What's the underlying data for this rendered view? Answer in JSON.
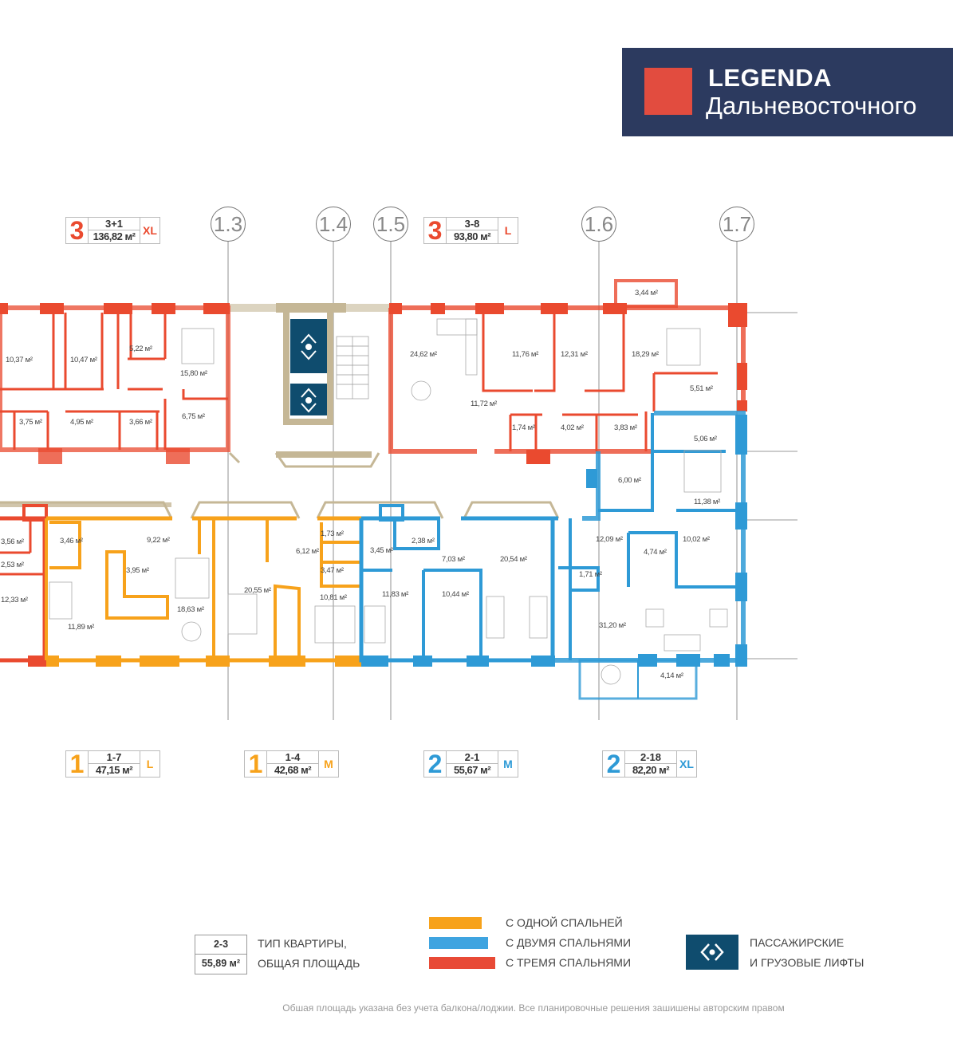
{
  "header": {
    "brand": "LEGENDA",
    "subtitle": "Дальневосточного"
  },
  "axes": [
    "1.3",
    "1.4",
    "1.5",
    "1.6",
    "1.7"
  ],
  "apartments": [
    {
      "rooms": "3",
      "code": "3+1",
      "area": "136,82 м²",
      "size": "XL",
      "color": "#ea4a2f"
    },
    {
      "rooms": "3",
      "code": "3-8",
      "area": "93,80 м²",
      "size": "L",
      "color": "#ea4a2f"
    },
    {
      "rooms": "1",
      "code": "1-7",
      "area": "47,15 м²",
      "size": "L",
      "color": "#f7a21b"
    },
    {
      "rooms": "1",
      "code": "1-4",
      "area": "42,68 м²",
      "size": "M",
      "color": "#f7a21b"
    },
    {
      "rooms": "2",
      "code": "2-1",
      "area": "55,67 м²",
      "size": "M",
      "color": "#2e9ad6"
    },
    {
      "rooms": "2",
      "code": "2-18",
      "area": "82,20 м²",
      "size": "XL",
      "color": "#2e9ad6"
    }
  ],
  "rooms": [
    "10,37 м²",
    "10,47 м²",
    "5,22 м²",
    "15,80 м²",
    "3,75 м²",
    "4,95 м²",
    "3,66 м²",
    "6,75 м²",
    "24,62 м²",
    "11,76 м²",
    "12,31 м²",
    "18,29 м²",
    "3,44 м²",
    "11,72 м²",
    "1,74 м²",
    "4,02 м²",
    "3,83 м²",
    "5,51 м²",
    "5,06 м²",
    "6,00 м²",
    "11,38 м²",
    "12,09 м²",
    "10,02 м²",
    "4,74 м²",
    "1,71 м²",
    "31,20 м²",
    "4,14 м²",
    "3,45 м²",
    "2,38 м²",
    "7,03 м²",
    "20,54 м²",
    "11,83 м²",
    "10,44 м²",
    "1,73 м²",
    "6,12 м²",
    "3,47 м²",
    "20,55 м²",
    "10,81 м²",
    "3,46 м²",
    "9,22 м²",
    "3,95 м²",
    "18,63 м²",
    "11,89 м²",
    "3,56 м²",
    "2,53 м²",
    "12,33 м²"
  ],
  "legend": {
    "sample_code": "2-3",
    "sample_area": "55,89 м²",
    "type_line1": "ТИП КВАРТИРЫ,",
    "type_line2": "ОБЩАЯ ПЛОЩАДЬ",
    "one_bed": "С ОДНОЙ СПАЛЬНЕЙ",
    "two_bed": "С ДВУМЯ СПАЛЬНЯМИ",
    "three_bed": "С ТРЕМЯ СПАЛЬНЯМИ",
    "lift_line1": "ПАССАЖИРСКИЕ",
    "lift_line2": "И ГРУЗОВЫЕ ЛИФТЫ",
    "colors": {
      "one": "#f7a21b",
      "two": "#3fa4e0",
      "three": "#e84a36",
      "lift": "#0f4c6e",
      "core": "#c5b796"
    }
  },
  "footnote": "Обшая площадь указана без учета балкона/лоджии. Все планировочные решения зашишены авторским правом"
}
